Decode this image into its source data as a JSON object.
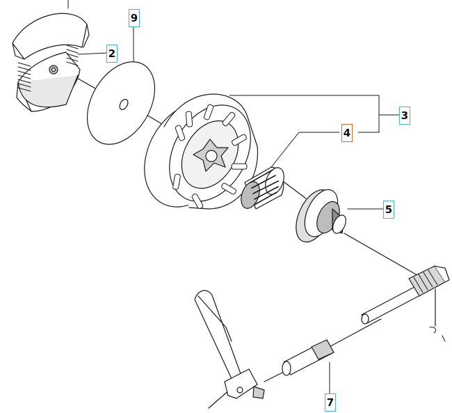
{
  "diagram": {
    "callouts": {
      "c2": "2",
      "c3": "3",
      "c4": "4",
      "c5": "5",
      "c7": "7",
      "c9": "9"
    },
    "colors": {
      "callout_border": "#3fb3d6",
      "highlight_border": "#e5672a",
      "line": "#1a1a1a",
      "fill_light": "#ffffff",
      "fill_shade": "#c9c9c9",
      "fill_dark": "#8c8c8c"
    }
  }
}
